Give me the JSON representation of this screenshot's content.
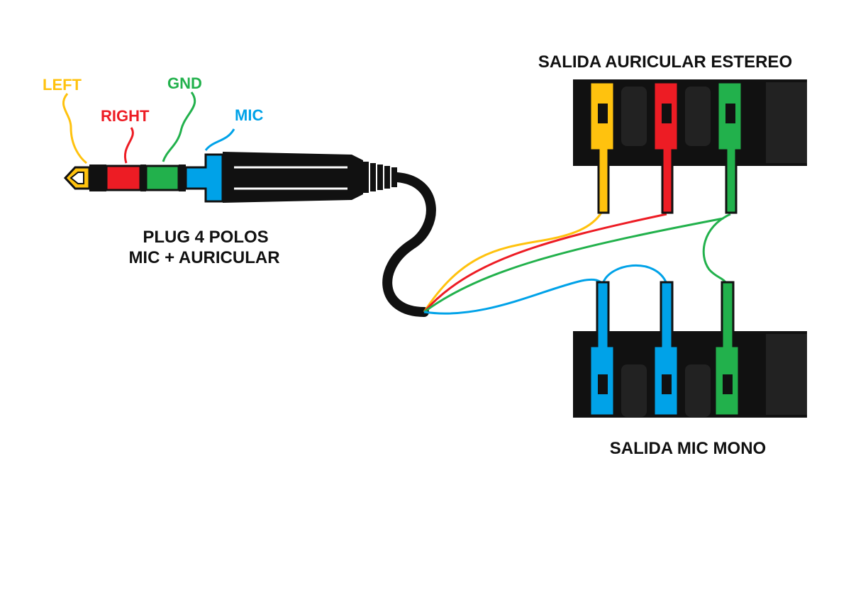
{
  "colors": {
    "left": "#FFC20E",
    "right": "#ED1C24",
    "gnd": "#22B14C",
    "mic": "#00A2E8",
    "body": "#111111",
    "background": "#FFFFFF"
  },
  "plug": {
    "pin_labels": {
      "left": "LEFT",
      "right": "RIGHT",
      "gnd": "GND",
      "mic": "MIC"
    },
    "caption_line1": "PLUG 4 POLOS",
    "caption_line2": "MIC + AURICULAR"
  },
  "jacks": {
    "stereo_title": "SALIDA AURICULAR ESTEREO",
    "mono_title": "SALIDA MIC MONO"
  }
}
